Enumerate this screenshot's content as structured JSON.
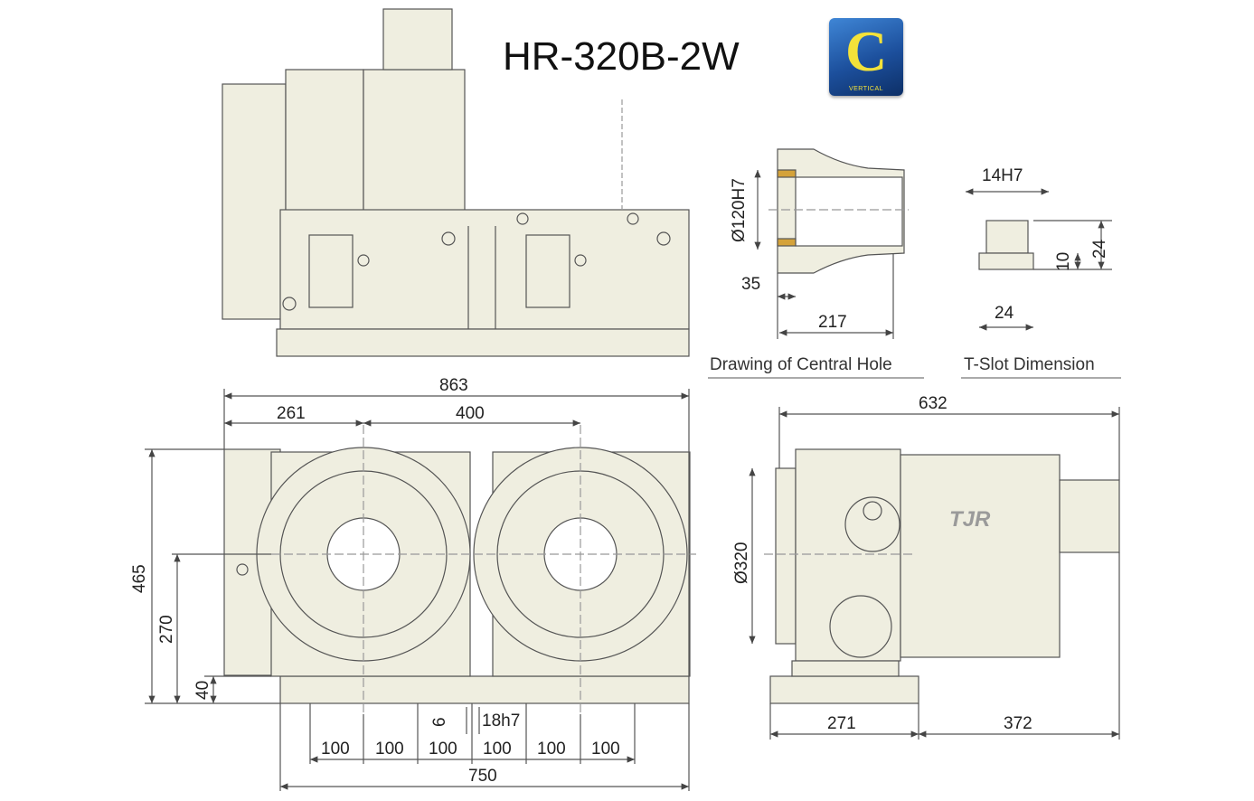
{
  "title": "HR-320B-2W",
  "badge": {
    "icon": "c-vertical-icon",
    "letter": "C",
    "text": "VERTICAL",
    "bg_color": "#1c4f9c",
    "fg_color": "#f3e23a"
  },
  "captions": {
    "central_hole": "Drawing of Central Hole",
    "t_slot": "T-Slot Dimension"
  },
  "central_hole": {
    "bore": "Ø120H7",
    "depth_a": "35",
    "depth_b": "217"
  },
  "t_slot": {
    "width_top": "14H7",
    "height_total": "24",
    "height_lower": "10",
    "width_bottom": "24"
  },
  "front_view": {
    "overall_width": "863",
    "offset_left": "261",
    "spacing": "400",
    "overall_height": "465",
    "center_height": "270",
    "base_height": "40",
    "slot_depth": "6",
    "slot_width": "18h7",
    "pitch": [
      "100",
      "100",
      "100",
      "100",
      "100",
      "100"
    ],
    "base_length": "750"
  },
  "side_view": {
    "overall_length": "632",
    "table_diameter": "Ø320",
    "front_length": "271",
    "rear_length": "372",
    "logo": "TJR"
  },
  "colors": {
    "body": "#efeee0",
    "line": "#555555"
  }
}
